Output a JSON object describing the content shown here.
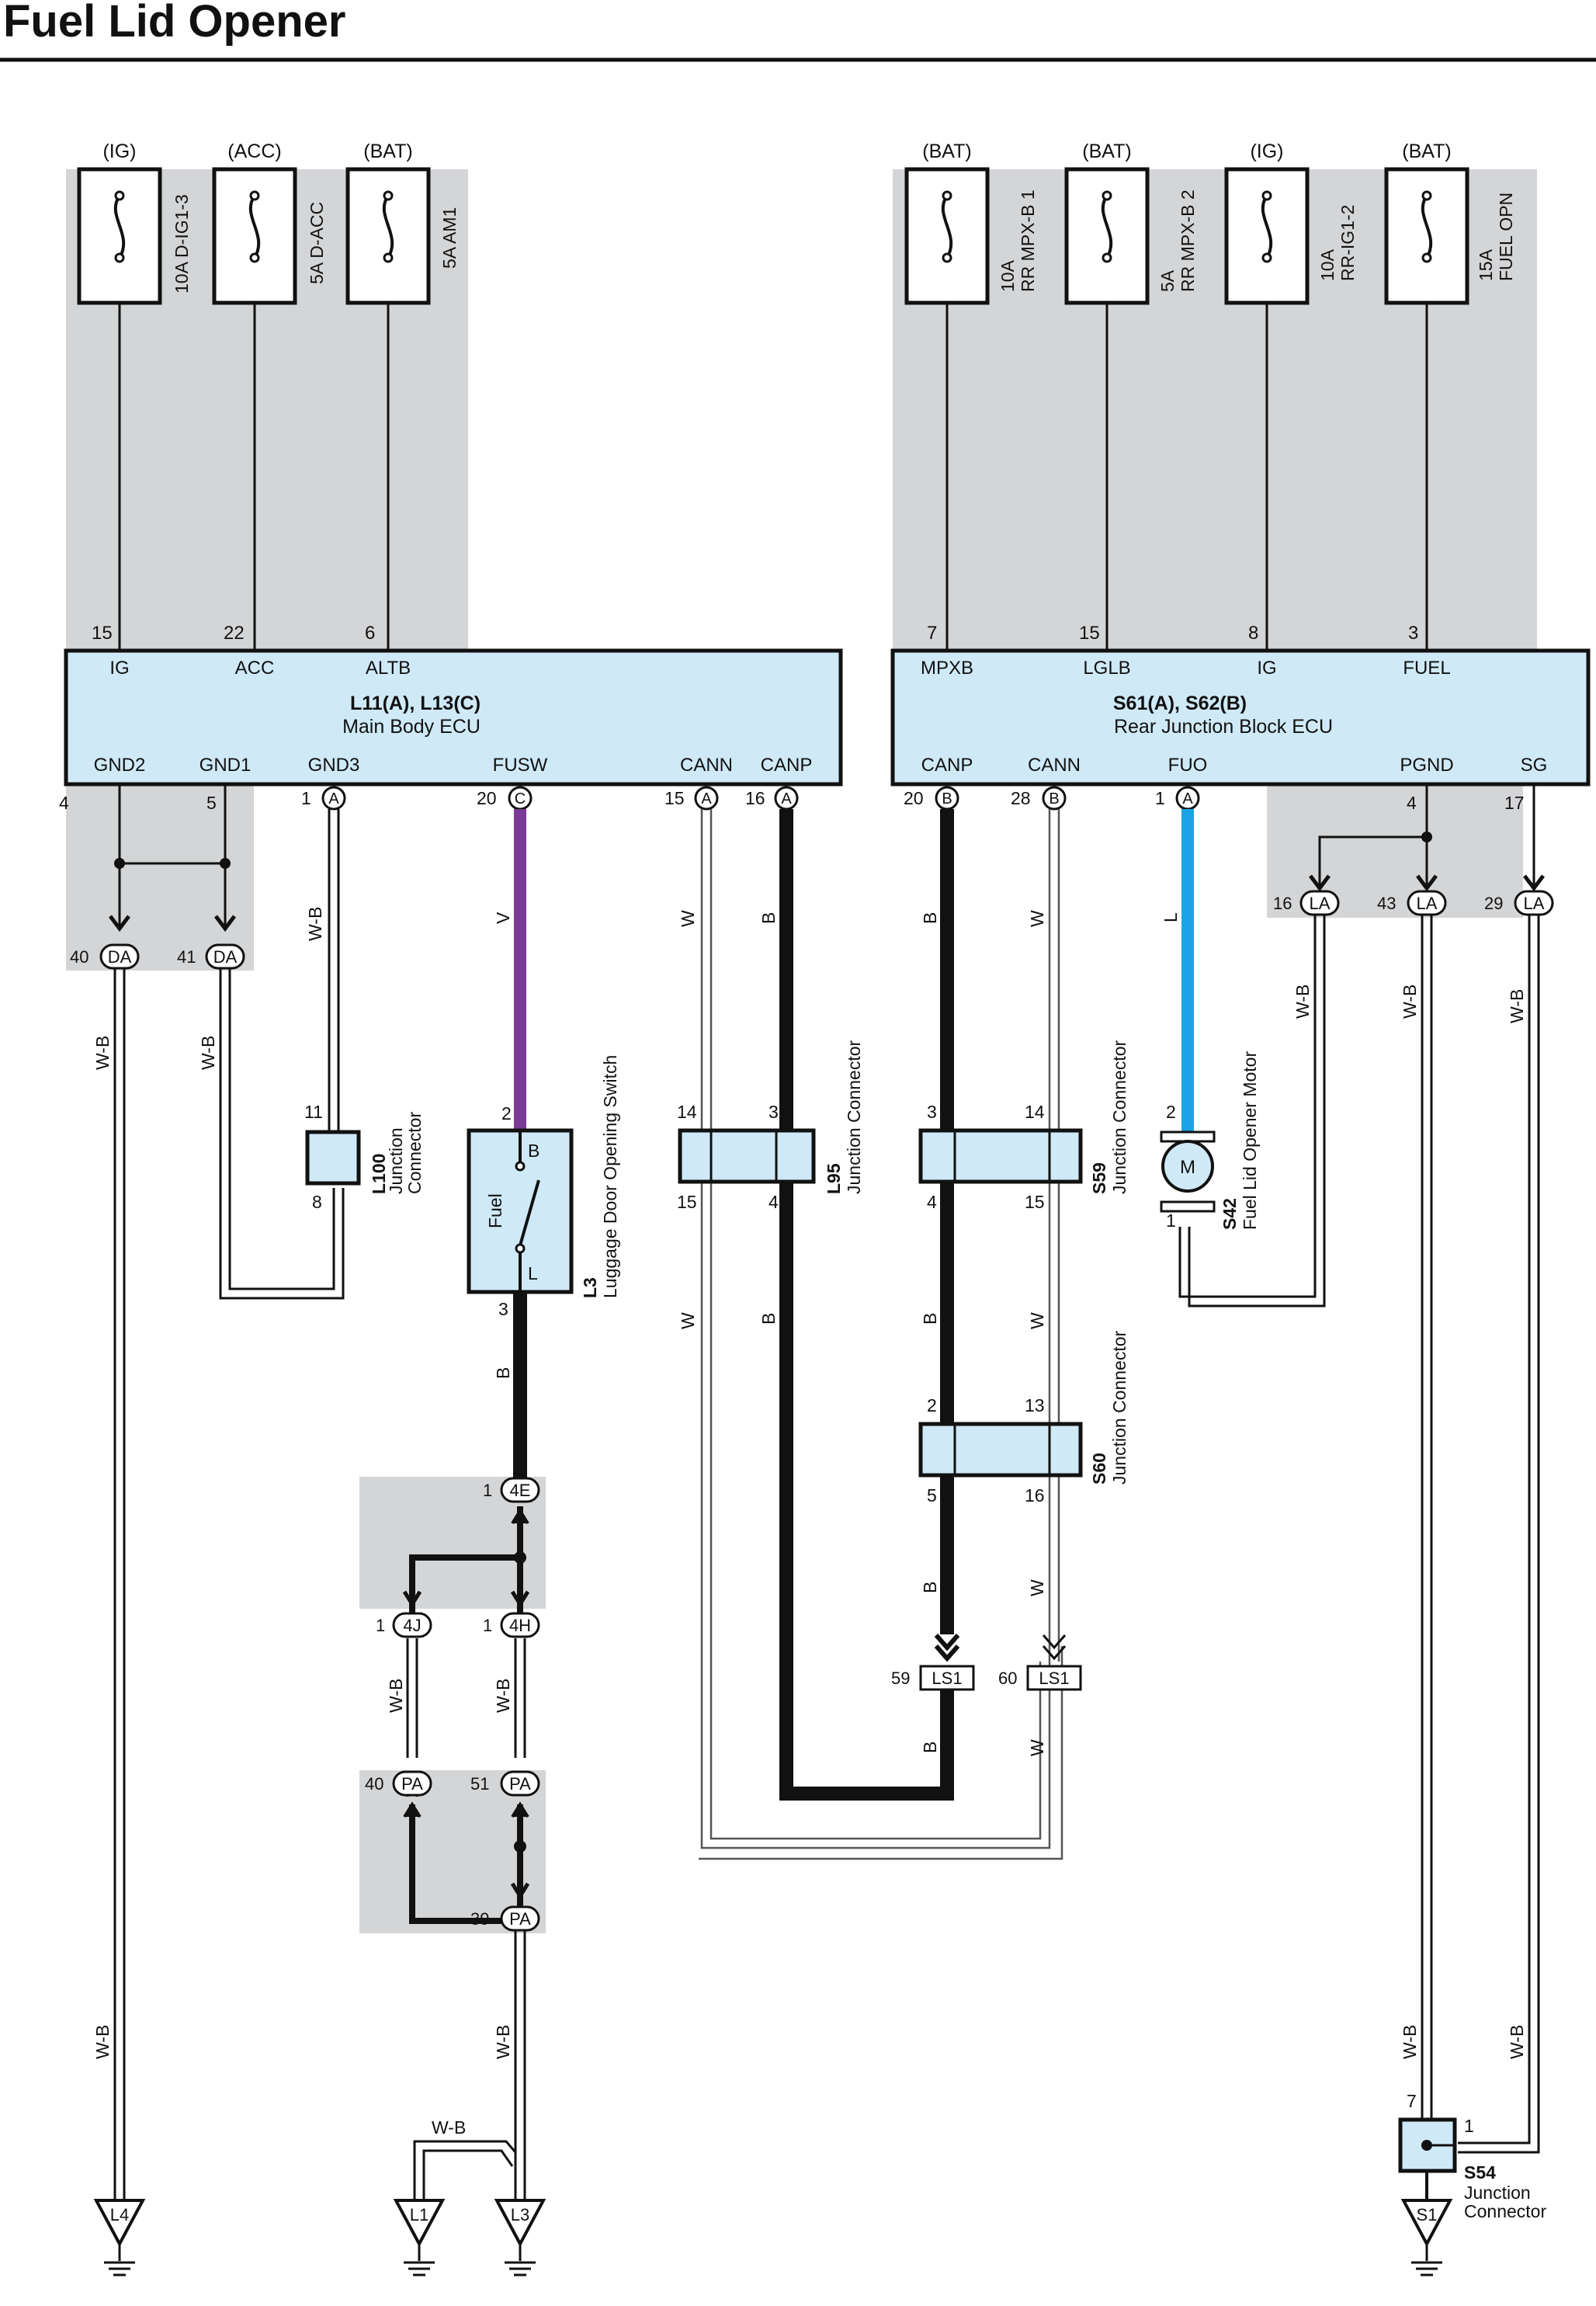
{
  "title": "Fuel Lid Opener",
  "colors": {
    "shade": "#d4d5d7",
    "ecu": "#cfe9f7",
    "violet": "#7a3b96",
    "blue": "#1aa3e6",
    "black": "#111111"
  },
  "fuses": [
    {
      "id": "f1",
      "source": "(IG)",
      "label": "10A D-IG1-3"
    },
    {
      "id": "f2",
      "source": "(ACC)",
      "label": "5A D-ACC"
    },
    {
      "id": "f3",
      "source": "(BAT)",
      "label": "5A AM1"
    },
    {
      "id": "f4",
      "source": "(BAT)",
      "label1": "10A",
      "label2": "RR MPX-B 1"
    },
    {
      "id": "f5",
      "source": "(BAT)",
      "label1": "5A",
      "label2": "RR MPX-B 2"
    },
    {
      "id": "f6",
      "source": "(IG)",
      "label1": "10A",
      "label2": "RR-IG1-2"
    },
    {
      "id": "f7",
      "source": "(BAT)",
      "label1": "15A",
      "label2": "FUEL OPN"
    }
  ],
  "ecu_left": {
    "code": "L11(A), L13(C)",
    "name": "Main Body ECU",
    "top_pins": [
      {
        "num": "15",
        "name": "IG"
      },
      {
        "num": "22",
        "name": "ACC"
      },
      {
        "num": "6",
        "name": "ALTB"
      }
    ],
    "bottom_pins": [
      {
        "name": "GND2",
        "num": "4"
      },
      {
        "name": "GND1",
        "num": "5"
      },
      {
        "name": "GND3",
        "num": "1",
        "conn": "A"
      },
      {
        "name": "FUSW",
        "num": "20",
        "conn": "C"
      },
      {
        "name": "CANN",
        "num": "15",
        "conn": "A"
      },
      {
        "name": "CANP",
        "num": "16",
        "conn": "A"
      }
    ]
  },
  "ecu_right": {
    "code": "S61(A), S62(B)",
    "name": "Rear Junction Block ECU",
    "top_pins": [
      {
        "num": "7",
        "name": "MPXB"
      },
      {
        "num": "15",
        "name": "LGLB"
      },
      {
        "num": "8",
        "name": "IG"
      },
      {
        "num": "3",
        "name": "FUEL"
      }
    ],
    "bottom_pins": [
      {
        "name": "CANP",
        "num": "20",
        "conn": "B"
      },
      {
        "name": "CANN",
        "num": "28",
        "conn": "B"
      },
      {
        "name": "FUO",
        "num": "1",
        "conn": "A"
      },
      {
        "name": "PGND",
        "num": "4"
      },
      {
        "name": "SG",
        "num": "17"
      }
    ]
  },
  "connectors": {
    "da1": {
      "pin": "40",
      "code": "DA"
    },
    "da2": {
      "pin": "41",
      "code": "DA"
    },
    "la1": {
      "pin": "16",
      "code": "LA"
    },
    "la2": {
      "pin": "43",
      "code": "LA"
    },
    "la3": {
      "pin": "29",
      "code": "LA"
    },
    "e4": {
      "pin": "1",
      "code": "4E"
    },
    "j4": {
      "pin": "1",
      "code": "4J"
    },
    "h4": {
      "pin": "1",
      "code": "4H"
    },
    "pa1": {
      "pin": "40",
      "code": "PA"
    },
    "pa2": {
      "pin": "51",
      "code": "PA"
    },
    "pa3": {
      "pin": "39",
      "code": "PA"
    },
    "ls1a": {
      "pin": "59",
      "code": "LS1"
    },
    "ls1b": {
      "pin": "60",
      "code": "LS1"
    }
  },
  "components": {
    "l100": {
      "code": "L100",
      "name1": "Junction",
      "name2": "Connector",
      "pin_top": "11",
      "pin_bottom": "8"
    },
    "l3": {
      "code": "L3",
      "name": "Luggage Door Opening Switch",
      "inner": "Fuel",
      "term_b": "B",
      "term_l": "L",
      "pin_top": "2",
      "pin_bottom": "3"
    },
    "l95": {
      "code": "L95",
      "name": "Junction Connector",
      "pins": [
        "14",
        "3",
        "15",
        "4"
      ]
    },
    "s59": {
      "code": "S59",
      "name": "Junction Connector",
      "pins": [
        "3",
        "14",
        "4",
        "15"
      ]
    },
    "s60": {
      "code": "S60",
      "name": "Junction Connector",
      "pins": [
        "2",
        "13",
        "5",
        "16"
      ]
    },
    "s42": {
      "code": "S42",
      "name": "Fuel Lid Opener Motor",
      "symbol": "M",
      "pin_top": "2",
      "pin_bottom": "1"
    },
    "s54": {
      "code": "S54",
      "name1": "Junction",
      "name2": "Connector",
      "pin_left": "7",
      "pin_right": "1"
    }
  },
  "wire_colors": {
    "wb": "W-B",
    "v": "V",
    "w": "W",
    "b": "B",
    "l": "L"
  },
  "grounds": [
    "L4",
    "L1",
    "L3",
    "S1"
  ]
}
